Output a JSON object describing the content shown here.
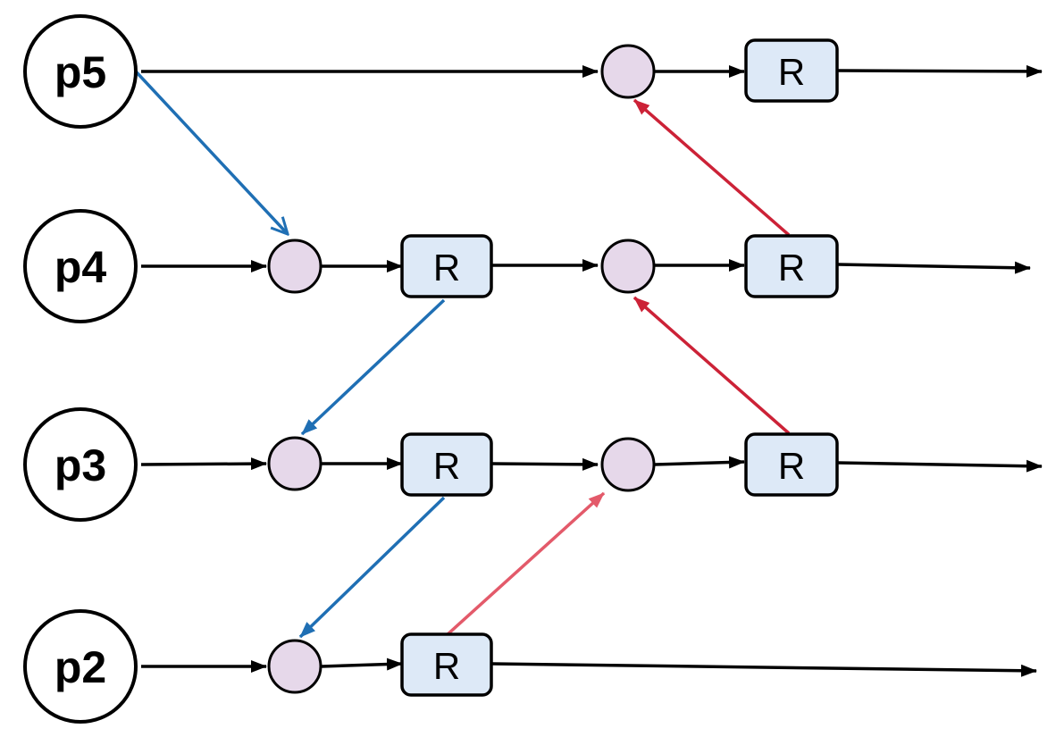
{
  "levels": [
    "p5",
    "p4",
    "p3",
    "p2"
  ],
  "resample_label": "R",
  "colors": {
    "line": "#000000",
    "node_fill": "#e6d8ea",
    "box_fill": "#dde9f7",
    "top_down": "#1f6fb4",
    "bottom_up": "#cc2237",
    "bottom_up_light": "#e35a6a"
  }
}
